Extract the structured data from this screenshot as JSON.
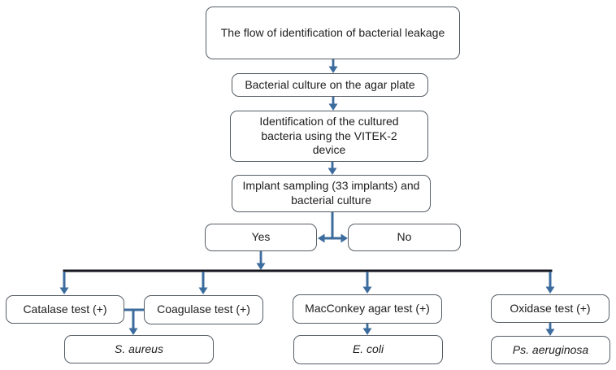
{
  "diagram": {
    "nodes": {
      "title": "The flow of identification of bacterial leakage",
      "culture": "Bacterial culture on the agar plate",
      "identification": "Identification of the cultured bacteria using the VITEK-2 device",
      "sampling": "Implant sampling (33 implants) and bacterial culture",
      "yes": "Yes",
      "no": "No",
      "catalase": "Catalase test (+)",
      "coagulase": "Coagulase test (+)",
      "macconkey": "MacConkey agar test (+)",
      "oxidase": "Oxidase test (+)",
      "s_aureus": "S. aureus",
      "e_coli": "E. coli",
      "ps_aeruginosa": "Ps. aeruginosa"
    },
    "colors": {
      "arrow": "#3c6c9e",
      "bus_line": "#17171f",
      "box_border": "#565d66",
      "text": "#1d1d1f",
      "background": "#ffffff"
    }
  }
}
